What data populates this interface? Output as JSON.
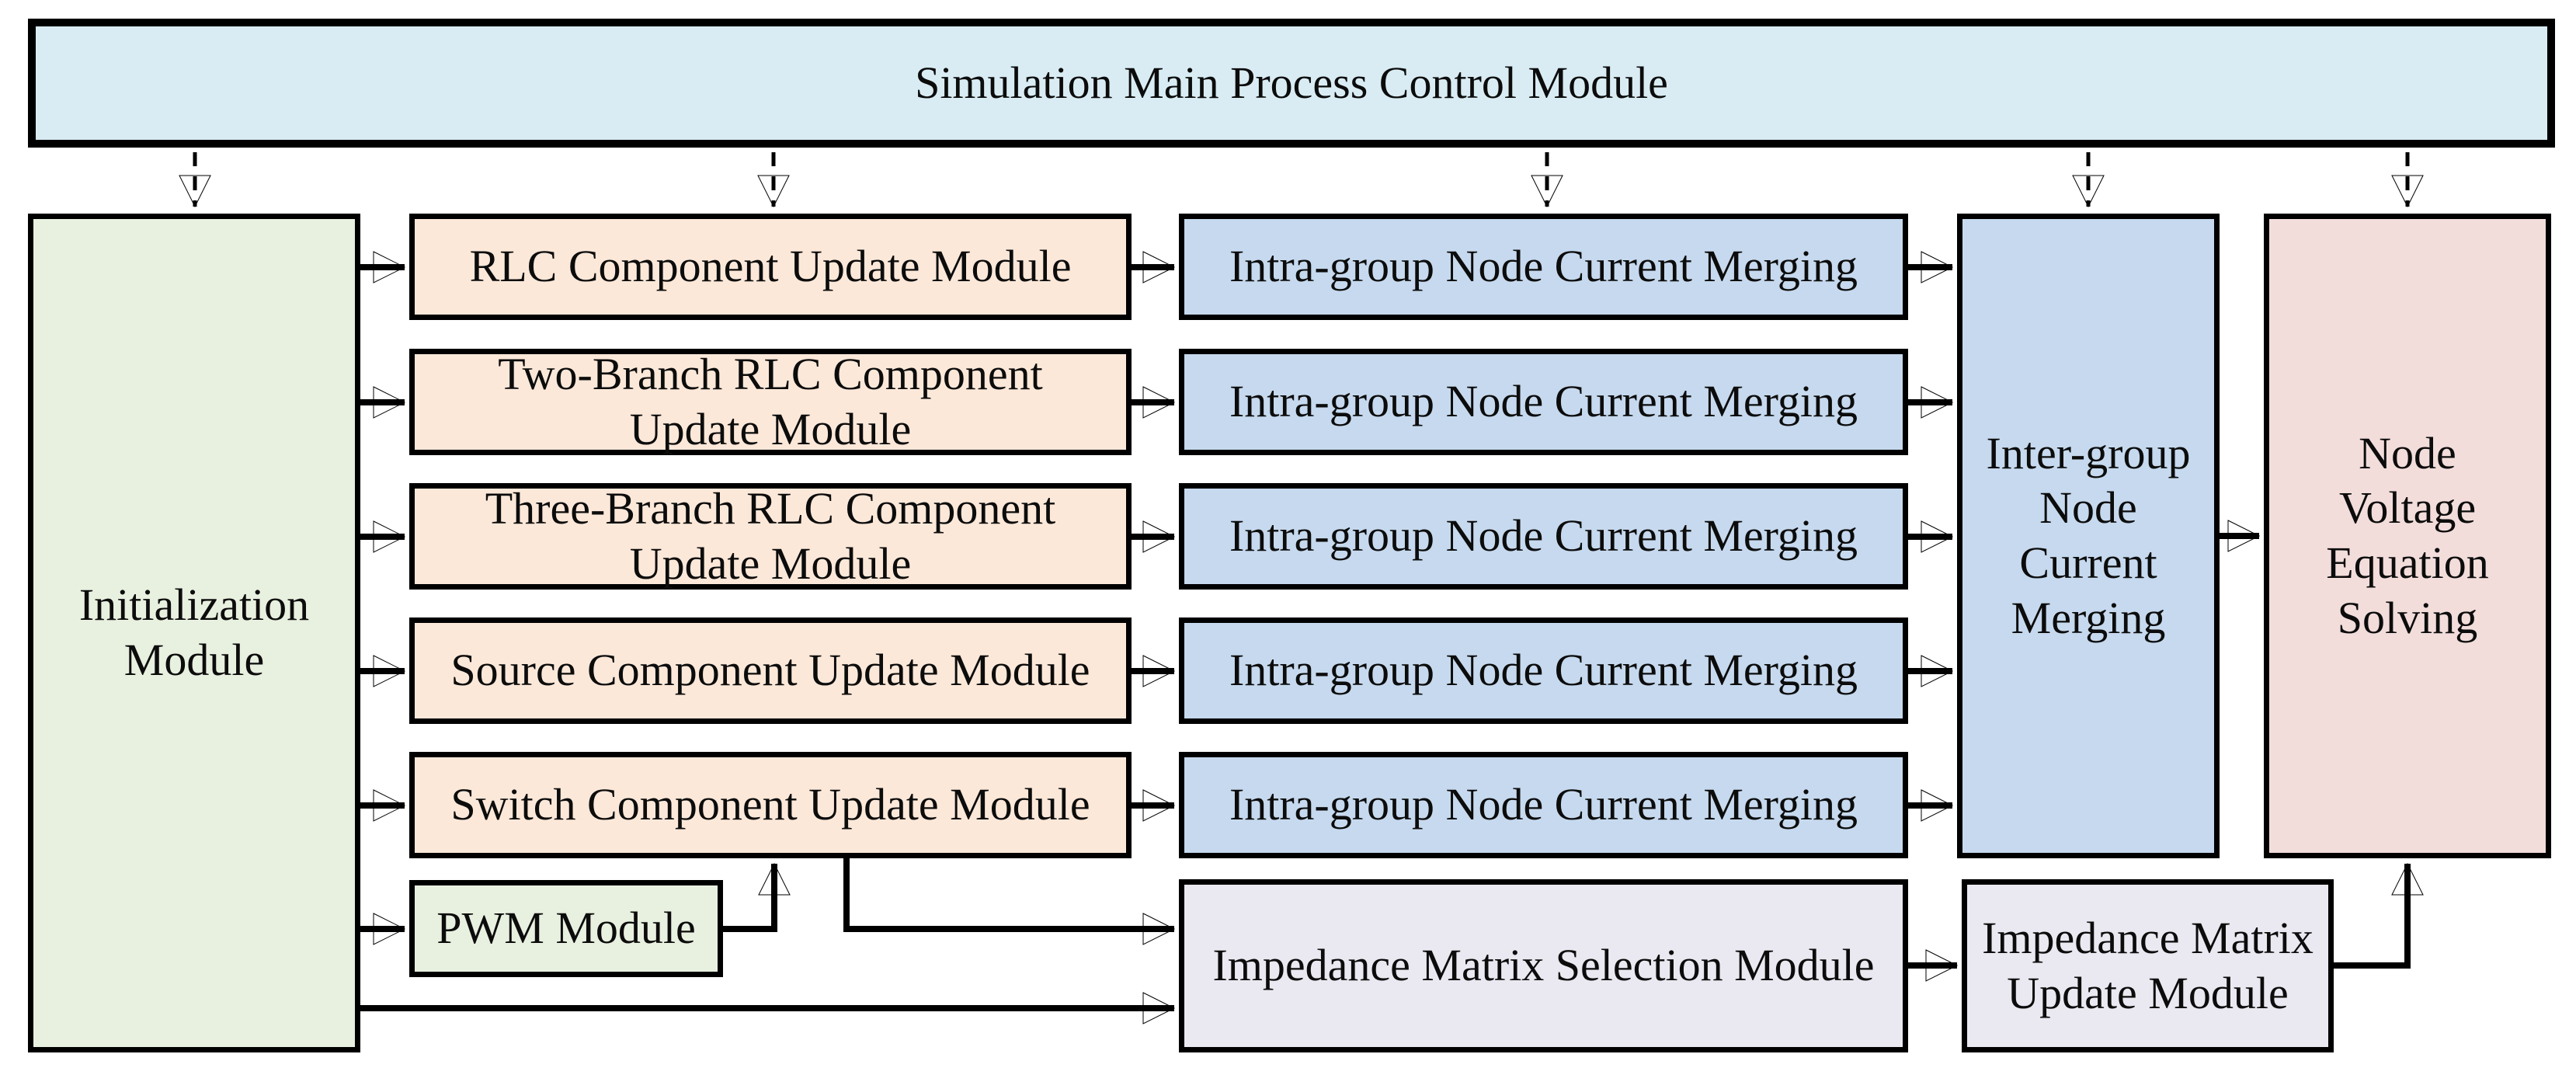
{
  "diagram": {
    "title_banner": {
      "label": "Simulation Main Process Control Module"
    },
    "initialization": {
      "label": "Initialization\nModule"
    },
    "update_modules": [
      {
        "label": "RLC Component Update Module"
      },
      {
        "label": "Two-Branch RLC Component\nUpdate Module"
      },
      {
        "label": "Three-Branch RLC Component\nUpdate Module"
      },
      {
        "label": "Source Component Update Module"
      },
      {
        "label": "Switch Component Update Module"
      }
    ],
    "pwm": {
      "label": "PWM Module"
    },
    "intra_group_merging": [
      {
        "label": "Intra-group Node Current Merging"
      },
      {
        "label": "Intra-group Node Current Merging"
      },
      {
        "label": "Intra-group Node Current Merging"
      },
      {
        "label": "Intra-group Node Current Merging"
      },
      {
        "label": "Intra-group Node Current Merging"
      }
    ],
    "inter_group_merging": {
      "label": "Inter-group\nNode\nCurrent\nMerging"
    },
    "node_voltage": {
      "label": "Node\nVoltage\nEquation\nSolving"
    },
    "impedance_selection": {
      "label": "Impedance Matrix Selection Module"
    },
    "impedance_update": {
      "label": "Impedance Matrix\nUpdate Module"
    },
    "colors": {
      "banner_fill": "#d9ecf3",
      "green_fill": "#e8f0df",
      "orange_fill": "#fce8d9",
      "blue_fill": "#c6d9ee",
      "pink_fill": "#f2dddb",
      "lavender_fill": "#eae8f0",
      "border": "#000000",
      "arrow": "#000000",
      "background": "#ffffff"
    }
  }
}
